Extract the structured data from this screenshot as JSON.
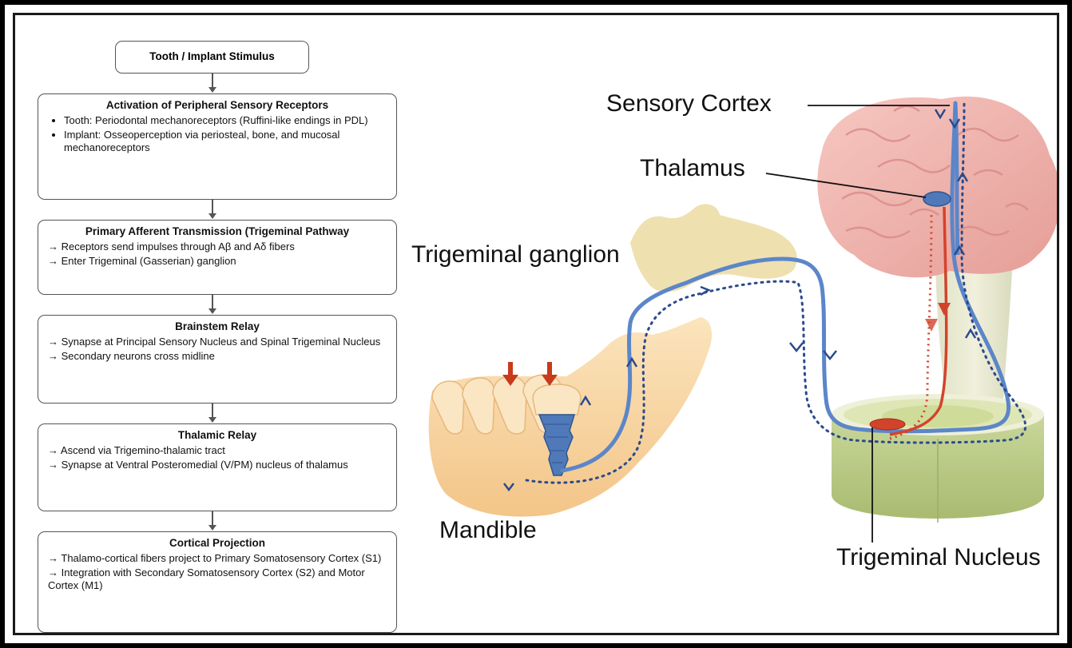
{
  "flow": {
    "start": "Tooth / Implant Stimulus",
    "steps": [
      {
        "title": "Activation of Peripheral Sensory Receptors",
        "lines": [
          "Tooth: Periodontal mechanoreceptors (Ruffini-like endings in PDL)",
          "Implant: Osseoperception via periosteal, bone, and mucosal mechanoreceptors"
        ]
      },
      {
        "title": "Primary Afferent Transmission (Trigeminal Pathway",
        "lines": [
          "→ Receptors send impulses through Aβ and Aδ fibers",
          "→ Enter Trigeminal (Gasserian) ganglion"
        ]
      },
      {
        "title": "Brainstem Relay",
        "lines": [
          "→ Synapse at Principal Sensory Nucleus and Spinal Trigeminal Nucleus",
          "→ Secondary neurons cross midline"
        ]
      },
      {
        "title": "Thalamic Relay",
        "lines": [
          "→ Ascend via Trigemino-thalamic tract",
          "→ Synapse at Ventral Posteromedial (V/PM) nucleus of thalamus"
        ]
      },
      {
        "title": "Cortical Projection",
        "lines": [
          "→ Thalamo-cortical fibers project to Primary Somatosensory Cortex (S1)",
          "→ Integration with Secondary Somatosensory Cortex (S2) and Motor Cortex (M1)"
        ]
      }
    ]
  },
  "illustration": {
    "labels": {
      "sensory_cortex": "Sensory Cortex",
      "thalamus": "Thalamus",
      "trigeminal_ganglion": "Trigeminal ganglion",
      "mandible": "Mandible",
      "trigeminal_nucleus": "Trigeminal Nucleus"
    },
    "colors": {
      "afferent": "#5b86c9",
      "dotted": "#2a4a8c",
      "thalamic_tract": "#d2432c",
      "stimulus_arrow": "#c83a1c",
      "brain": "#f2b3ae",
      "brainstem": "#b9c98a",
      "mandible": "#f8d6a3",
      "ganglion": "#f0e2b4"
    }
  }
}
